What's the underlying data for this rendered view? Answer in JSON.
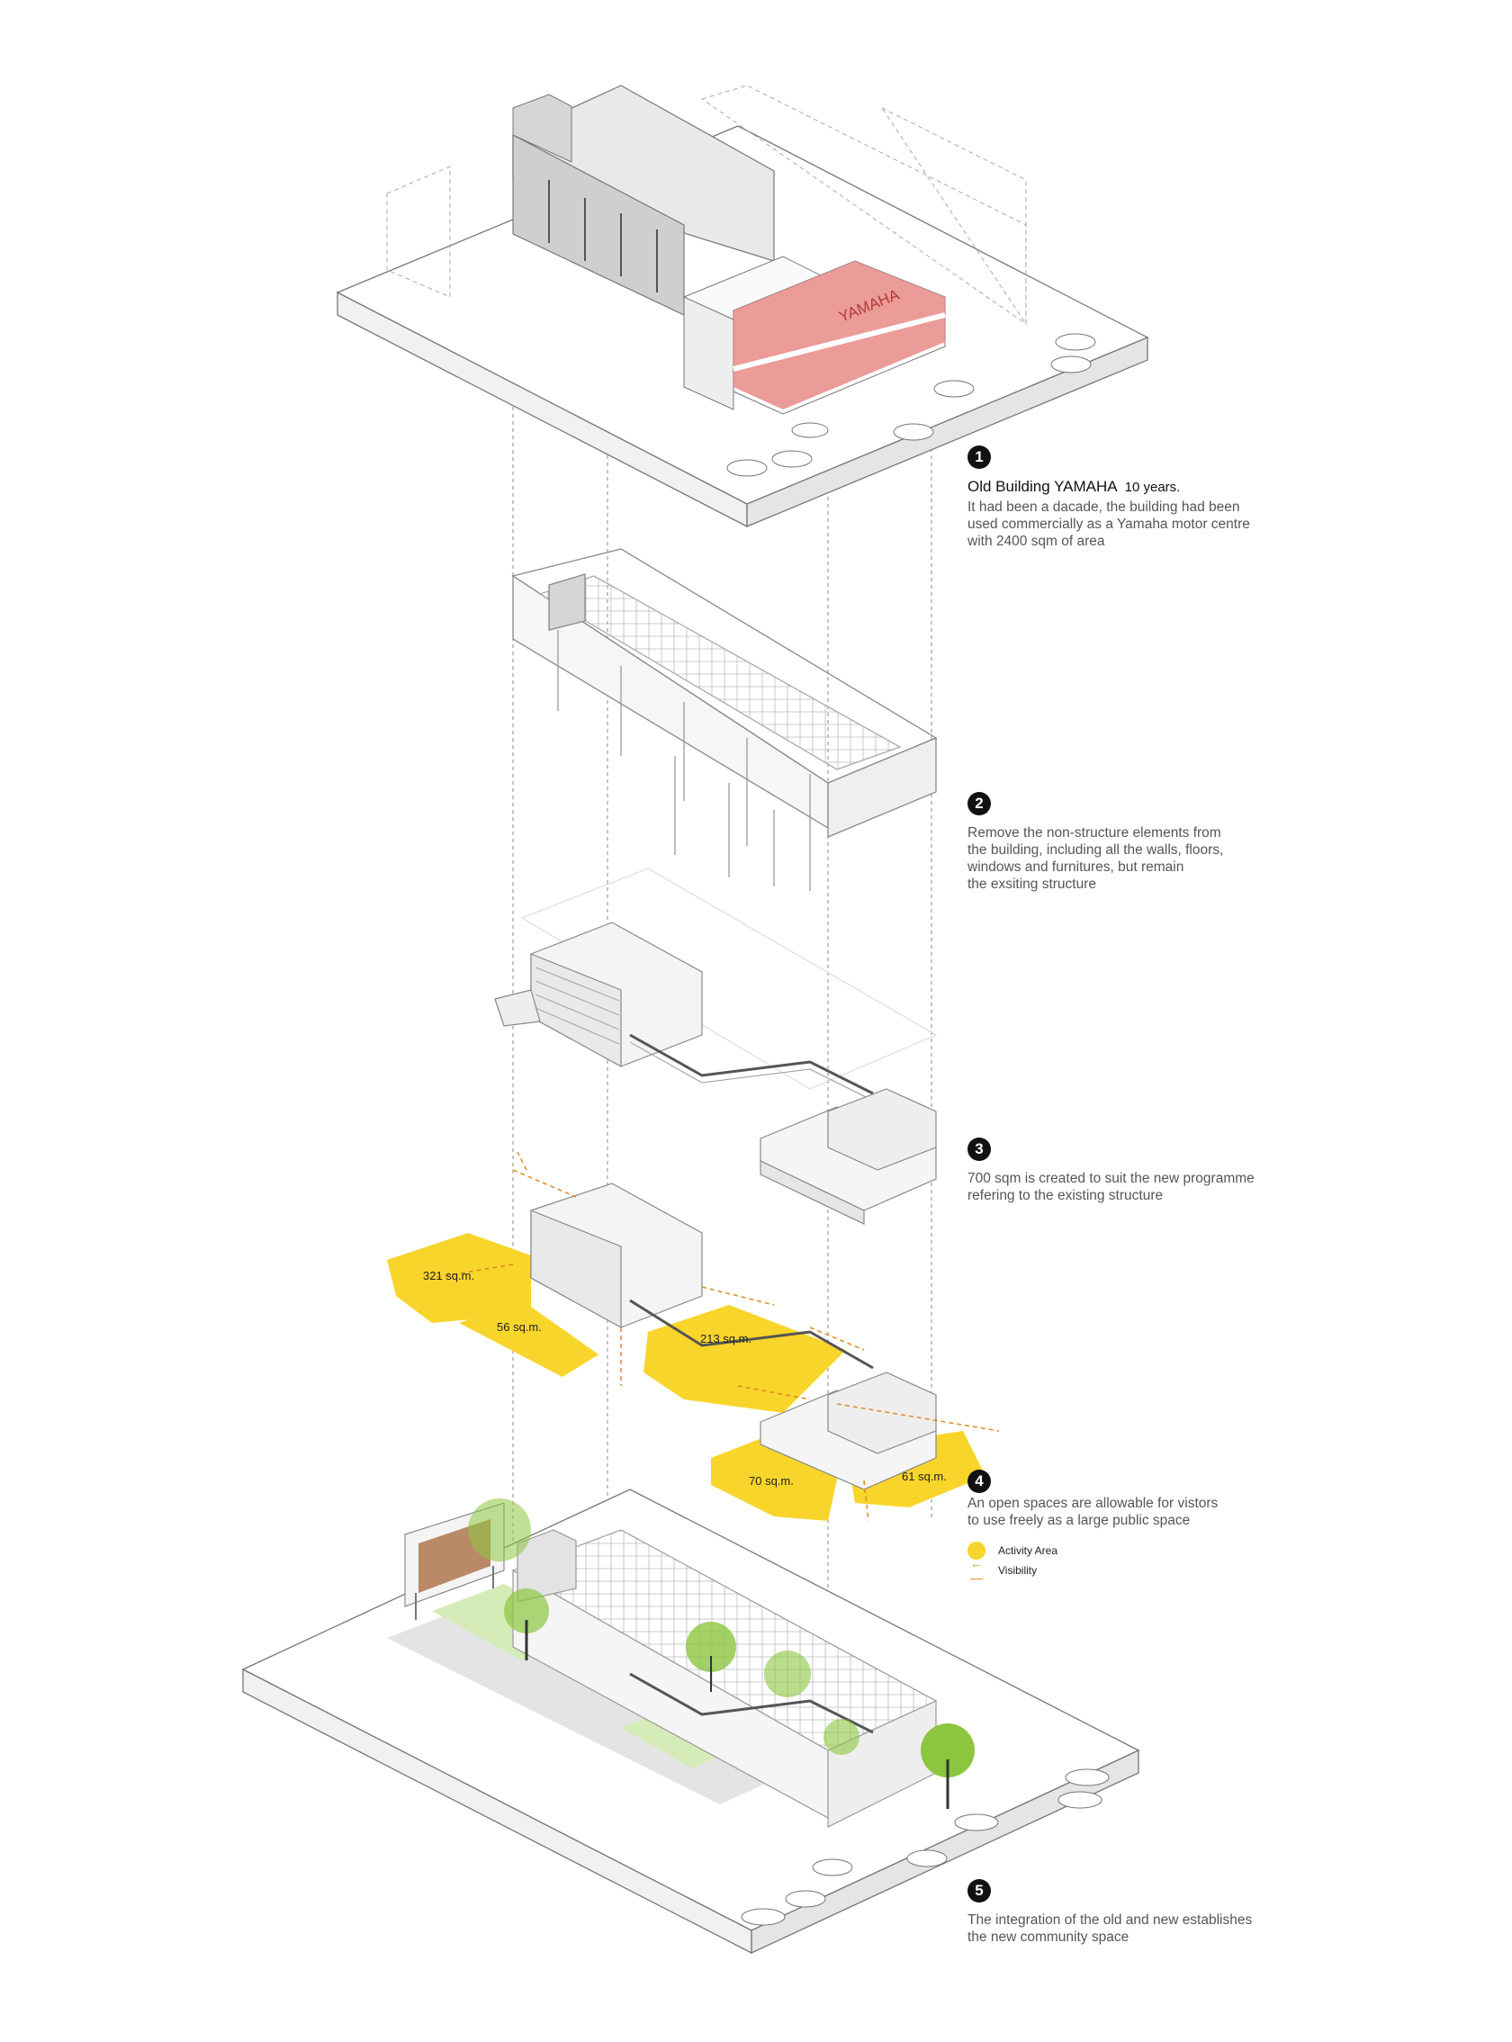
{
  "steps": [
    {
      "number": "1",
      "title": "Old Building YAMAHA",
      "title_suffix": "10 years.",
      "lines": [
        "It had been a dacade, the building had been",
        "used commercially as a Yamaha motor centre",
        "with 2400 sqm of area"
      ]
    },
    {
      "number": "2",
      "title": "",
      "lines": [
        "Remove the non-structure elements from",
        "the building, including all the walls, floors,",
        "windows and furnitures, but remain",
        "the exsiting structure"
      ]
    },
    {
      "number": "3",
      "title": "",
      "lines": [
        "700 sqm is created to suit the new programme",
        "refering to the existing structure"
      ]
    },
    {
      "number": "4",
      "title": "",
      "lines": [
        "An open spaces are allowable for vistors",
        "to use freely as a large public space"
      ]
    },
    {
      "number": "5",
      "title": "",
      "lines": [
        "The integration of the old and new establishes",
        "the new community space"
      ]
    }
  ],
  "sign_text": "YAMAHA",
  "areas": [
    "321 sq.m.",
    "56 sq.m.",
    "213 sq.m.",
    "70 sq.m.",
    "61 sq.m."
  ],
  "legend": {
    "activity": "Activity Area",
    "visibility": "Visibility"
  },
  "colors": {
    "activity": "#f8d52a",
    "visibility": "#e08a1f",
    "sign": "#e88a86",
    "tree": "#8cc63f",
    "line": "#777777"
  }
}
